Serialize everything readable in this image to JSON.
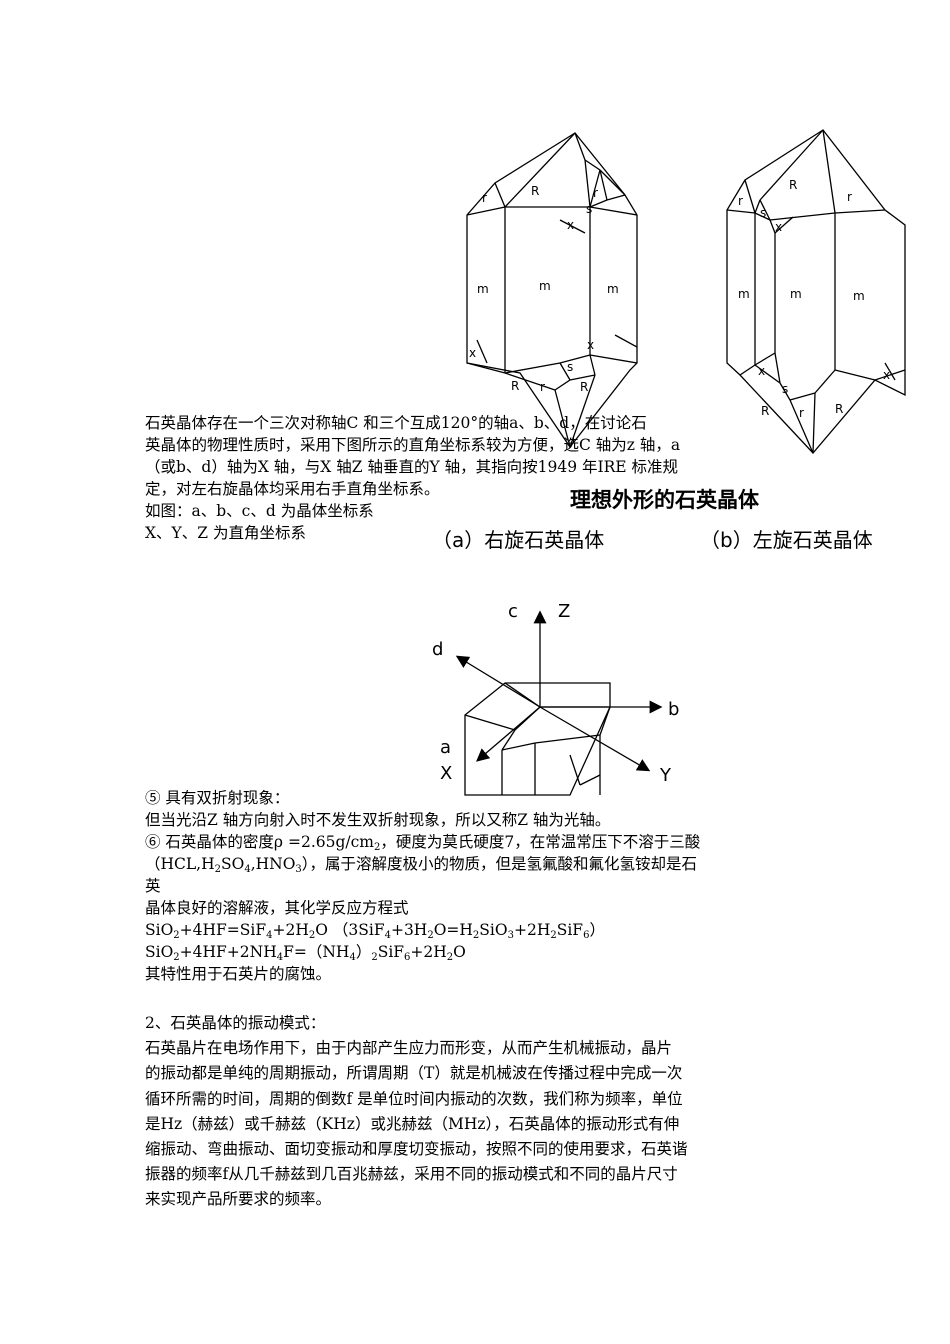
{
  "figure1": {
    "title": "理想外形的石英晶体",
    "caption_a": "（a）右旋石英晶体",
    "caption_b": "（b）左旋石英晶体",
    "face_labels": {
      "R": "R",
      "r": "r",
      "s": "s",
      "x": "x",
      "m": "m"
    }
  },
  "para1": [
    "石英晶体存在一个三次对称轴C  和三个互成120°的轴a、b、d，在讨论石",
    "英晶体的物理性质时，采用下图所示的直角坐标系较为方便，选C  轴为z  轴，a",
    "（或b、d）轴为X  轴，与X  轴Z  轴垂直的Y  轴，其指向按1949  年IRE  标准规",
    "定，对左右旋晶体均采用右手直角坐标系。",
    "如图：a、b、c、d  为晶体坐标系",
    "X、Y、Z  为直角坐标系"
  ],
  "figure2": {
    "axis_labels": {
      "c": "c",
      "Z": "Z",
      "d": "d",
      "b": "b",
      "a": "a",
      "X": "X",
      "Y": "Y"
    }
  },
  "para2": {
    "l1": "⑤  具有双折射现象：",
    "l2": "但当光沿Z  轴方向射入时不发生双折射现象，所以又称Z  轴为光轴。",
    "l3a": "⑥  石英晶体的密度ρ  =2.65g/cm",
    "l3sub": "2",
    "l3b": "，硬度为莫氏硬度7，在常温常压下不溶于三酸",
    "l4a": "（HCL,H",
    "l4s1": "2",
    "l4b": "SO",
    "l4s2": "4",
    "l4c": ",HNO",
    "l4s3": "3",
    "l4d": "），属于溶解度极小的物质，但是氢氟酸和氟化氢铵却是石",
    "l5": "英",
    "l6": "晶体良好的溶解液，其化学反应方程式",
    "eq1": "SiO2+4HF=SiF4+2H2O  （3SiF4+3H2O=H2SiO3+2H2SiF6）",
    "eq2": "SiO2+4HF+2NH4F=（NH4）2SiF6+2H2O",
    "l9": "其特性用于石英片的腐蚀。"
  },
  "section2": {
    "heading": "2、石英晶体的振动模式：",
    "lines": [
      "石英晶片在电场作用下，由于内部产生应力而形变，从而产生机械振动，晶片",
      "的振动都是单纯的周期振动，所谓周期（T）就是机械波在传播过程中完成一次",
      "循环所需的时间，周期的倒数f  是单位时间内振动的次数，我们称为频率，单位",
      "是Hz（赫兹）或千赫兹（KHz）或兆赫兹（MHz），石英晶体的振动形式有伸",
      "缩振动、弯曲振动、面切变振动和厚度切变振动，按照不同的使用要求，石英谐",
      "振器的频率f从几千赫兹到几百兆赫兹，采用不同的振动模式和不同的晶片尺寸",
      "来实现产品所要求的频率。"
    ]
  }
}
